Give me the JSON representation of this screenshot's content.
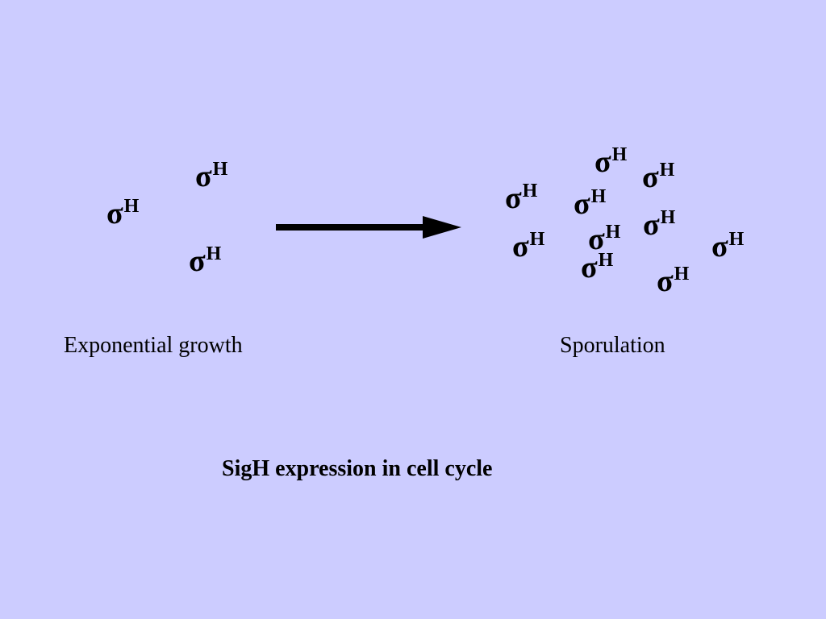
{
  "diagram": {
    "symbol": "σ",
    "superscript": "H",
    "exponential_label": "Exponential growth",
    "sporulation_label": "Sporulation",
    "caption": "SigH expression in cell cycle"
  },
  "colors": {
    "background": "#ccccff",
    "foreground": "#000000"
  }
}
